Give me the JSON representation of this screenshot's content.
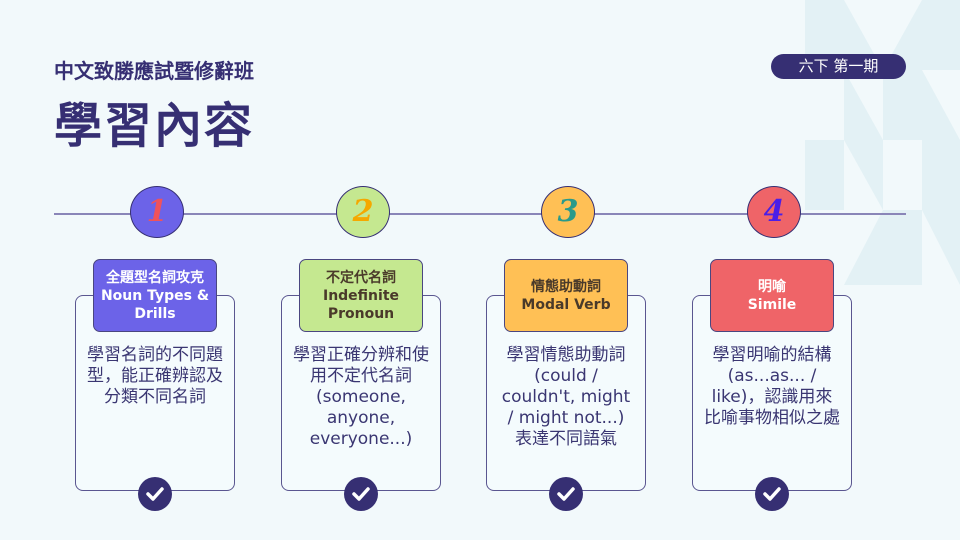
{
  "header": {
    "subtitle": "中文致勝應試暨修辭班",
    "title": "學習內容",
    "badge": "六下 第一期"
  },
  "steps": [
    {
      "number": "1",
      "title_zh": "全題型名詞攻克",
      "title_en": "Noun Types & Drills",
      "description": "學習名詞的不同題型，能正確辨認及分類不同名詞",
      "circle_color": "#6c63e8",
      "number_color": "#f0525a",
      "header_color": "#6c63e8",
      "header_text_color": "#ffffff"
    },
    {
      "number": "2",
      "title_zh": "不定代名詞",
      "title_en": "Indefinite Pronoun",
      "description": "學習正確分辨和使用不定代名詞 (someone, anyone, everyone...)",
      "circle_color": "#c5e890",
      "number_color": "#f5a800",
      "header_color": "#c5e890",
      "header_text_color": "#4a3a2a"
    },
    {
      "number": "3",
      "title_zh": "情態助動詞",
      "title_en": "Modal Verb",
      "description": "學習情態助動詞 (could / couldn't, might / might not...) 表達不同語氣",
      "circle_color": "#ffc055",
      "number_color": "#2a9a8a",
      "header_color": "#ffc055",
      "header_text_color": "#4a3a2a"
    },
    {
      "number": "4",
      "title_zh": "明喻",
      "title_en": "Simile",
      "description": "學習明喻的結構 (as...as... / like)，認識用來比喻事物相似之處",
      "circle_color": "#ef6468",
      "number_color": "#4a1ee8",
      "header_color": "#ef6468",
      "header_text_color": "#ffffff"
    }
  ]
}
